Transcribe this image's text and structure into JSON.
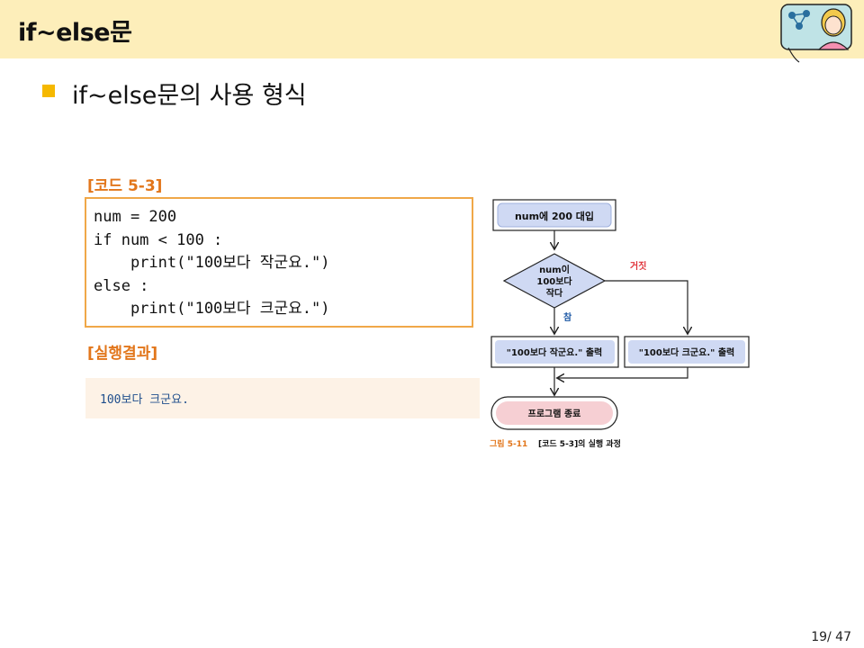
{
  "header": {
    "title": "if~else문"
  },
  "bullet": {
    "text": "if~else문의 사용 형식"
  },
  "code": {
    "label": "[코드 5-3]",
    "lines": [
      "num = 200",
      "if num < 100 :",
      "    print(\"100보다 작군요.\")",
      "else :",
      "    print(\"100보다 크군요.\")"
    ]
  },
  "result": {
    "label": "[실행결과]",
    "output": "100보다 크군요."
  },
  "flowchart": {
    "start": "num에 200 대입",
    "decision_line1": "num이",
    "decision_line2": "100보다",
    "decision_line3": "작다",
    "false_label": "거짓",
    "true_label": "참",
    "true_branch": "\"100보다 작군요.\" 출력",
    "false_branch": "\"100보다 크군요.\" 출력",
    "end": "프로그램 종료",
    "caption_num": "그림 5-11",
    "caption_text": "[코드 5-3]의 실행 과정"
  },
  "footer": {
    "page": "19/ 47"
  },
  "colors": {
    "header_bg": "#fdeeba",
    "accent_orange": "#e2761b",
    "bullet_yellow": "#f5b800",
    "flow_blue": "#cfd9f3",
    "flow_pink": "#f6cfd3",
    "false_red": "#e0343b",
    "true_blue": "#1f5aa6"
  }
}
